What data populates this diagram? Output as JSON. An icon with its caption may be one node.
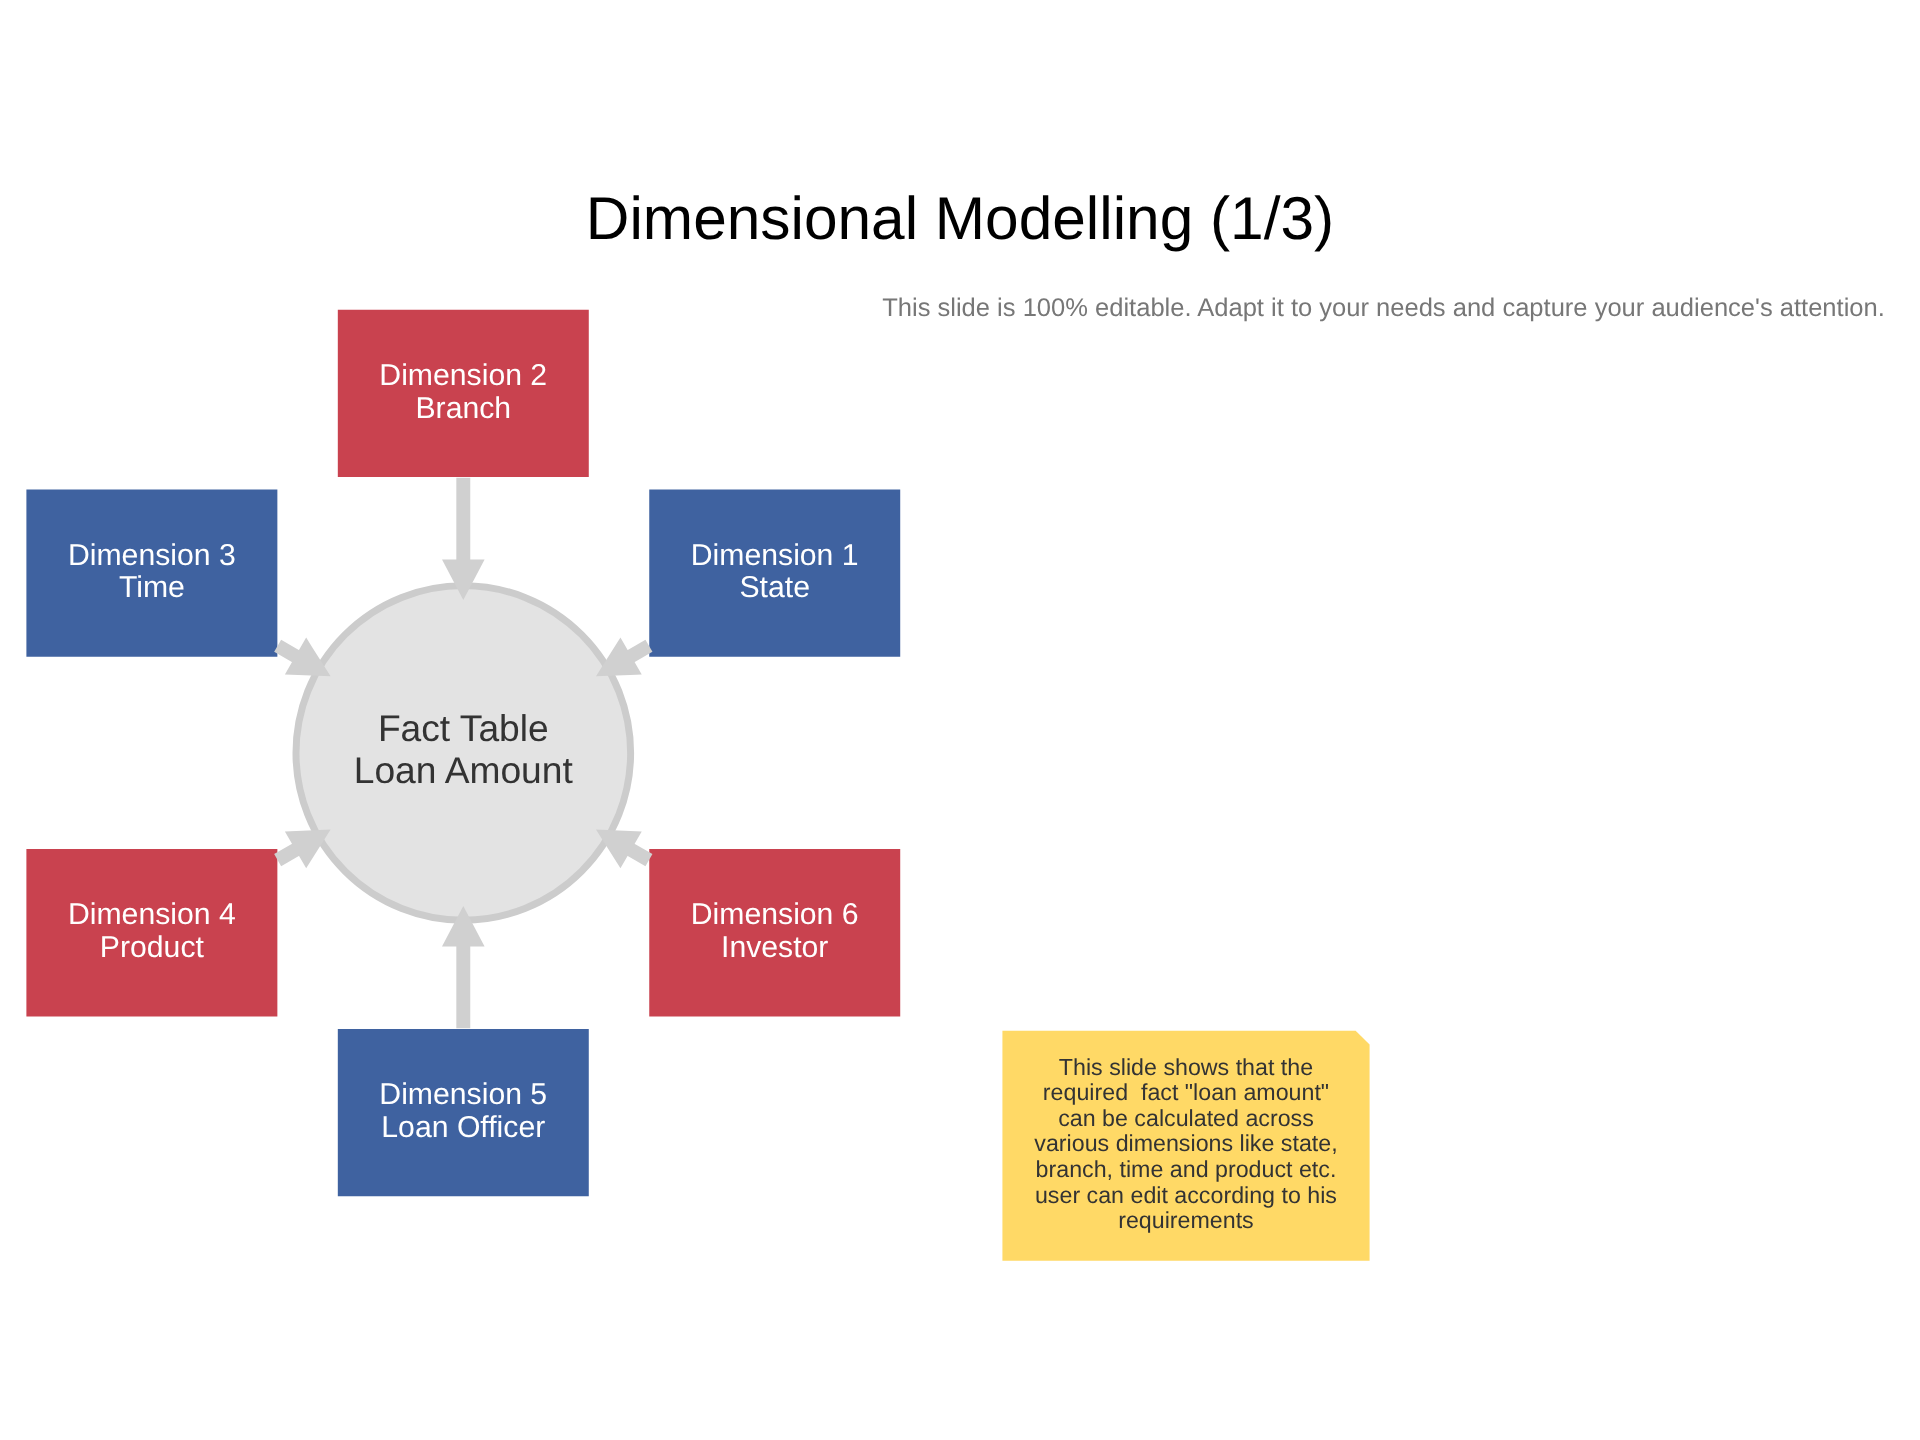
{
  "diagram": {
    "title": "Dimensional Modelling (1/3)",
    "nodes": [
      {
        "text": [
          "Fact Table",
          "Loan Amount"
        ]
      },
      {
        "text": [
          "Dimension 1",
          "State"
        ]
      },
      {
        "text": [
          "Dimension 2",
          "Branch"
        ]
      },
      {
        "text": [
          "Dimension 3",
          "Time"
        ]
      },
      {
        "text": [
          "Dimension 4",
          "Product"
        ]
      },
      {
        "text": [
          "Dimension 5",
          "Loan Officer"
        ]
      },
      {
        "text": [
          "Dimension 6",
          "Investor"
        ]
      },
      {
        "text": [
          "This slide shows that the required  fact \"loan amount\" can be calculated across various dimensions like state, branch, time and product etc. user can edit according to his requirements"
        ]
      }
    ],
    "edges": [
      {
        "from": 1,
        "to": 0,
        "arrow": "to"
      },
      {
        "from": 2,
        "to": 0,
        "arrow": "to"
      },
      {
        "from": 3,
        "to": 0,
        "arrow": "to"
      },
      {
        "from": 4,
        "to": 0,
        "arrow": "to"
      },
      {
        "from": 5,
        "to": 0,
        "arrow": "to"
      },
      {
        "from": 6,
        "to": 0,
        "arrow": "to"
      }
    ],
    "labels": [
      "This slide is 100% editable. Adapt it to your needs and capture your audience's attention."
    ]
  }
}
